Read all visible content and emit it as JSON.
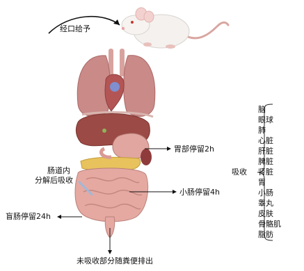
{
  "labels": {
    "oral": "经口给予",
    "stomach": "胃部停留2h",
    "intestine_line1": "肠道内",
    "intestine_line2": "分解后吸收",
    "small_intestine": "小肠停留4h",
    "cecum": "盲肠停留24h",
    "excretion": "未吸收部分随粪便排出",
    "absorption": "吸收"
  },
  "organs": [
    "脑",
    "眼球",
    "肺",
    "心脏",
    "肝脏",
    "脾脏",
    "肾脏",
    "胃",
    "小肠",
    "睾丸",
    "皮肤",
    "骨骼肌",
    "脂肪"
  ]
}
